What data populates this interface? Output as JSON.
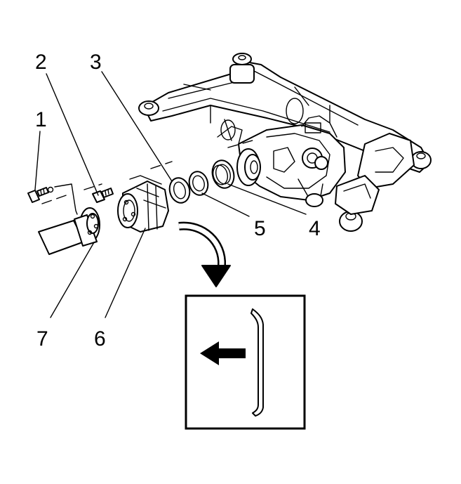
{
  "callouts": [
    {
      "id": "1",
      "label": "1"
    },
    {
      "id": "2",
      "label": "2"
    },
    {
      "id": "3",
      "label": "3"
    },
    {
      "id": "4",
      "label": "4"
    },
    {
      "id": "5",
      "label": "5"
    },
    {
      "id": "6",
      "label": "6"
    },
    {
      "id": "7",
      "label": "7"
    }
  ],
  "detail_view": {
    "arrow_direction": "left",
    "icon": "seal-lip-detail-icon"
  },
  "colors": {
    "ink": "#000000",
    "background": "#ffffff"
  }
}
